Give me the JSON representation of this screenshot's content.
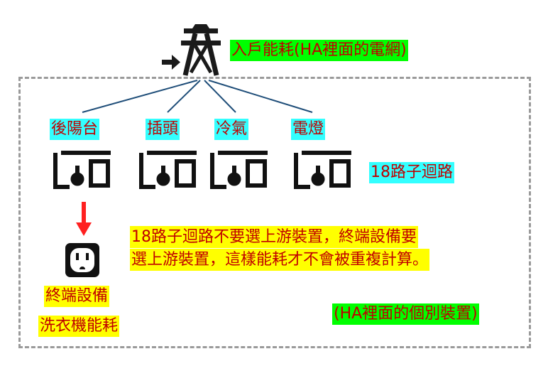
{
  "colors": {
    "label_text": "#c00000",
    "cyan_highlight": "#33ffff",
    "yellow_highlight": "#ffff00",
    "green_highlight": "#00ff00",
    "icon": "#1a1a1a",
    "arrow": "#ff2020",
    "dashed_border": "#9a9a9a",
    "connector_line": "#1f4e79"
  },
  "grid_entry": {
    "icon": "power-tower-icon",
    "label": "入戶能耗(HA裡面的電網)"
  },
  "circuits": [
    {
      "label": "後陽台",
      "icon": "breaker-icon"
    },
    {
      "label": "插頭",
      "icon": "breaker-icon"
    },
    {
      "label": "冷氣",
      "icon": "breaker-icon"
    },
    {
      "label": "電燈",
      "icon": "breaker-icon"
    }
  ],
  "subcircuit_label": "18路子迴路",
  "note_lines": [
    "18路子迴路不要選上游裝置，終端設備要",
    "選上游裝置，這樣能耗才不會被重複計算。"
  ],
  "terminal": {
    "icon": "power-outlet-icon",
    "label_line1": "終端設備",
    "label_line2": "洗衣機能耗"
  },
  "individual_devices_label": "(HA裡面的個別裝置)"
}
